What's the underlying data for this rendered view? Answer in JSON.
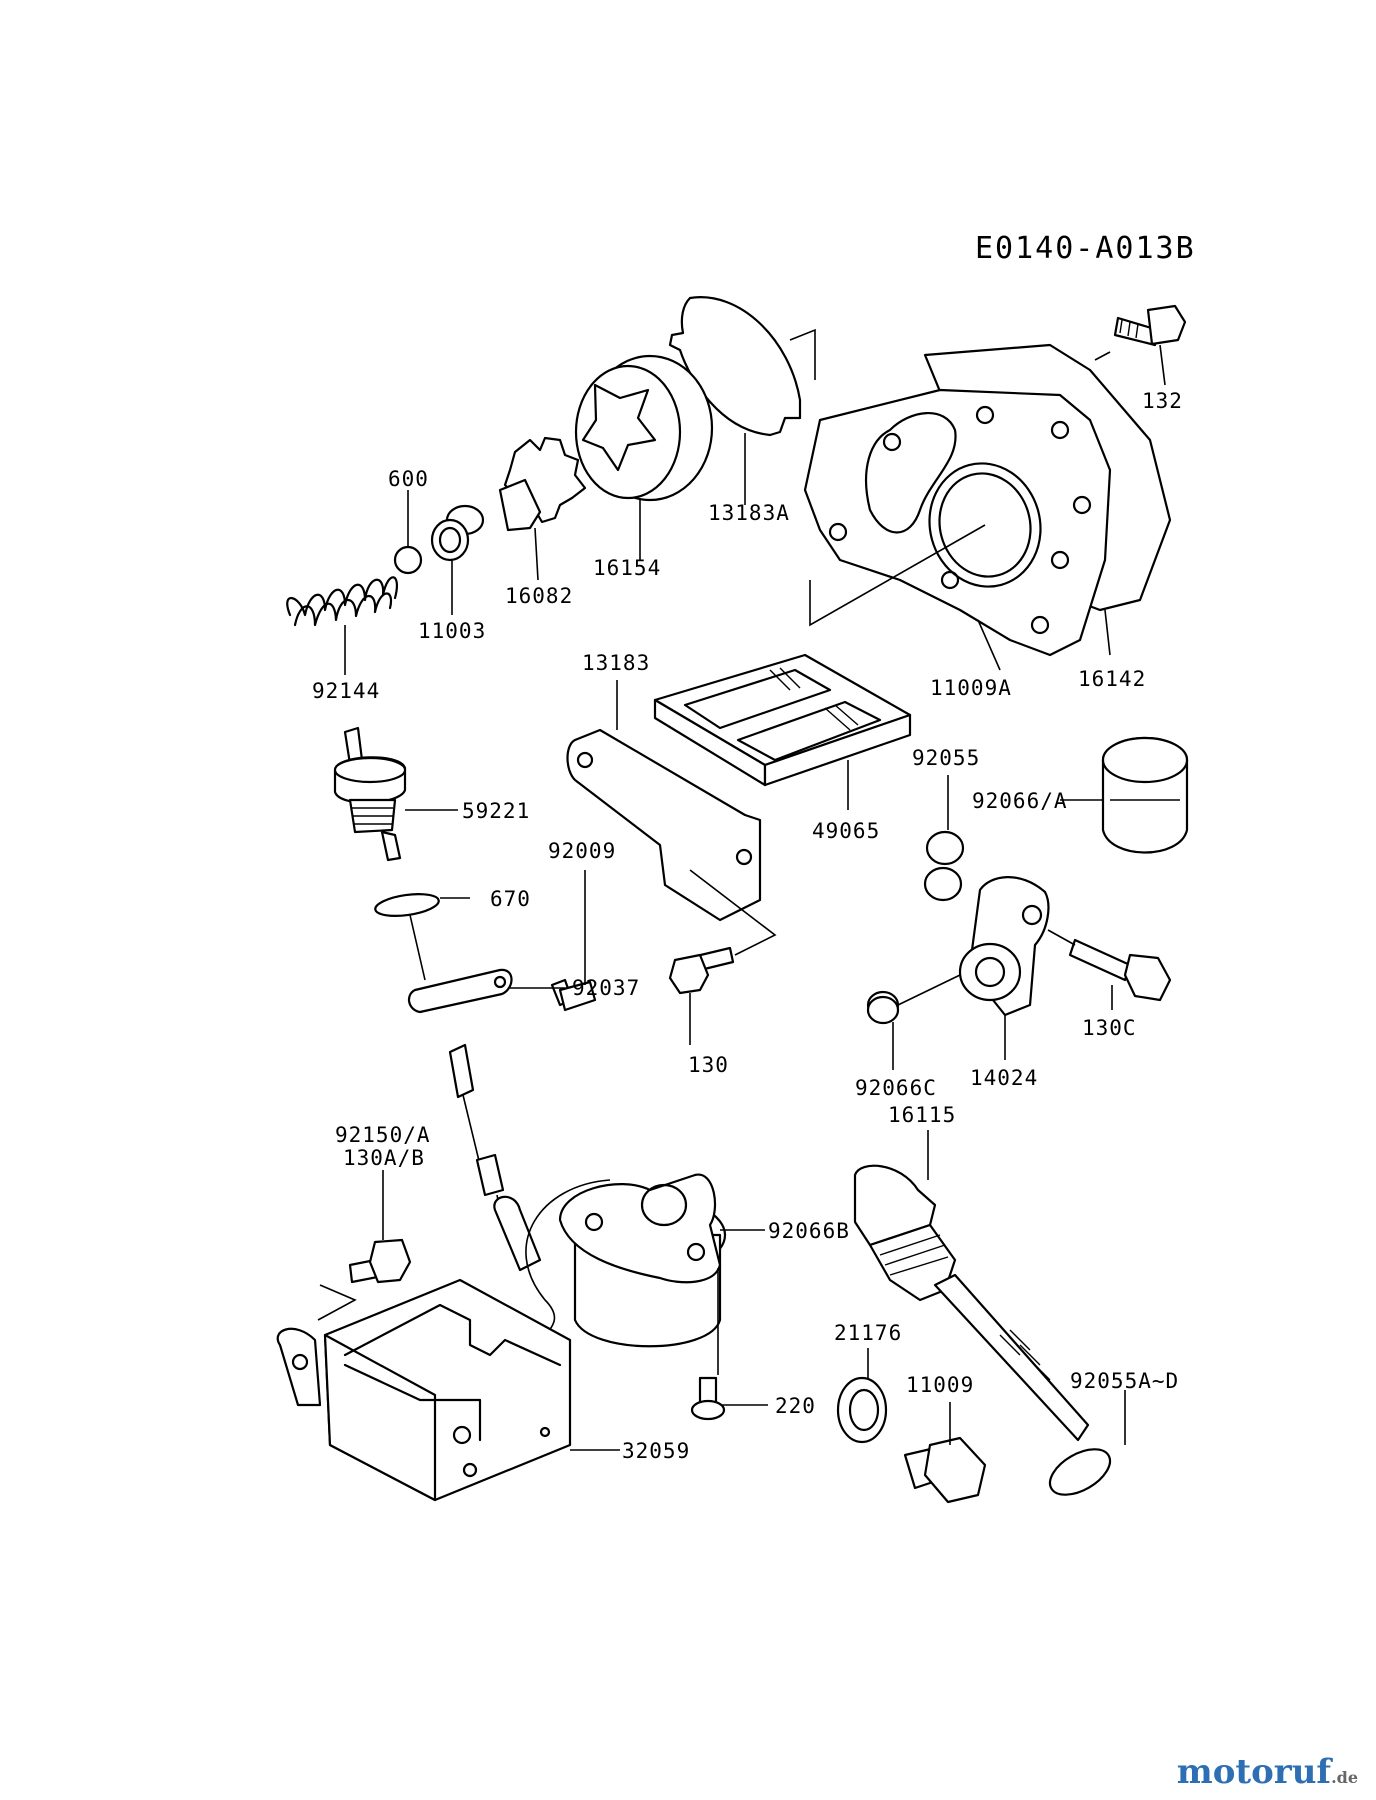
{
  "diagram_code": "E0140-A013B",
  "parts": [
    {
      "id": "132",
      "label": "132"
    },
    {
      "id": "600",
      "label": "600"
    },
    {
      "id": "13183A",
      "label": "13183A"
    },
    {
      "id": "16154",
      "label": "16154"
    },
    {
      "id": "16082",
      "label": "16082"
    },
    {
      "id": "11003",
      "label": "11003"
    },
    {
      "id": "92144",
      "label": "92144"
    },
    {
      "id": "11009A",
      "label": "11009A"
    },
    {
      "id": "16142",
      "label": "16142"
    },
    {
      "id": "13183",
      "label": "13183"
    },
    {
      "id": "92055",
      "label": "92055"
    },
    {
      "id": "92066A",
      "label": "92066/A"
    },
    {
      "id": "59221",
      "label": "59221"
    },
    {
      "id": "49065",
      "label": "49065"
    },
    {
      "id": "92009",
      "label": "92009"
    },
    {
      "id": "670",
      "label": "670"
    },
    {
      "id": "92037",
      "label": "92037"
    },
    {
      "id": "130",
      "label": "130"
    },
    {
      "id": "130C",
      "label": "130C"
    },
    {
      "id": "92066C",
      "label": "92066C"
    },
    {
      "id": "14024",
      "label": "14024"
    },
    {
      "id": "16115",
      "label": "16115"
    },
    {
      "id": "92150A",
      "label": "92150/A"
    },
    {
      "id": "130AB",
      "label": "130A/B"
    },
    {
      "id": "21176",
      "label": "21176"
    },
    {
      "id": "11009",
      "label": "11009"
    },
    {
      "id": "92066B",
      "label": "92066B"
    },
    {
      "id": "92055AD",
      "label": "92055A~D"
    },
    {
      "id": "220",
      "label": "220"
    },
    {
      "id": "32059",
      "label": "32059"
    }
  ],
  "watermark": {
    "main": "motoruf",
    "tld": ".de"
  }
}
